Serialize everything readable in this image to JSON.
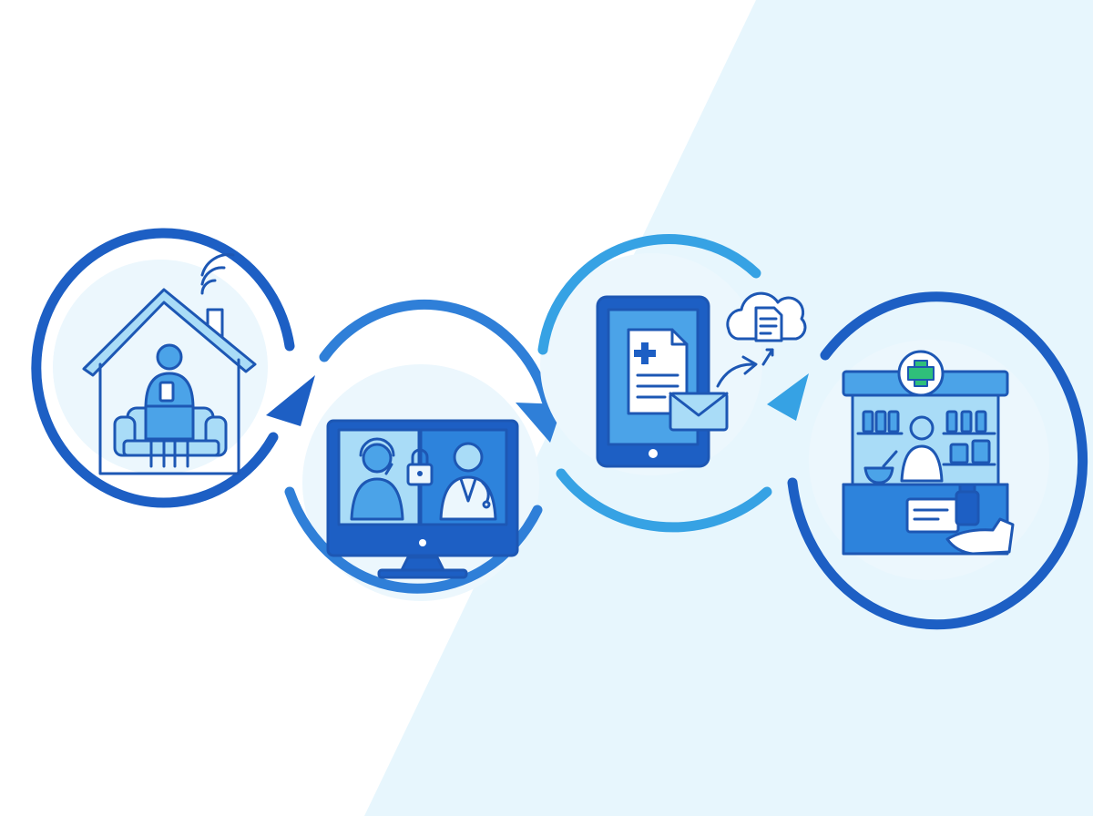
{
  "colors": {
    "background_light": "#ffffff",
    "background_tint": "#e7f6fd",
    "ring_dark": "#1d5fc4",
    "ring_mid": "#2f7fd8",
    "ring_light": "#36a2e4",
    "circle_fill": "#ecf7fd",
    "icon_stroke": "#1d57b4",
    "icon_fill_light": "#a9dcf7",
    "icon_fill_mid": "#4ba3e8",
    "screen_fill": "#2d83dc",
    "accent_green": "#2fbf7a"
  },
  "steps": [
    {
      "id": "home",
      "icon": "house-with-patient-icon"
    },
    {
      "id": "consult",
      "icon": "video-consultation-monitor-icon"
    },
    {
      "id": "prescription",
      "icon": "digital-prescription-tablet-icon"
    },
    {
      "id": "pharmacy",
      "icon": "pharmacy-counter-icon"
    }
  ],
  "flow_direction": "left-to-right"
}
